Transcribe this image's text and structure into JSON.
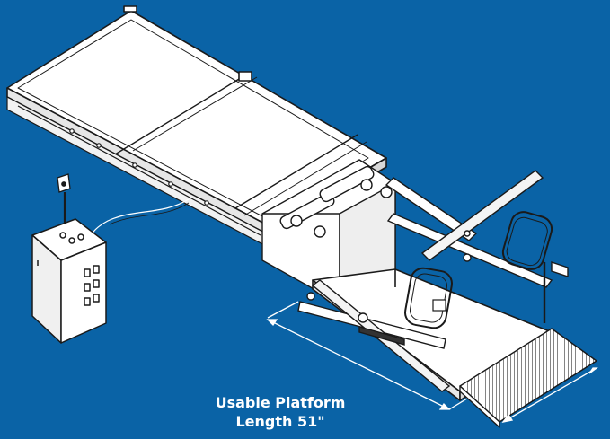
{
  "caption": {
    "line1": "Usable Platform",
    "line2": "Length 51\""
  },
  "colors": {
    "background": "#0a63a6",
    "outline": "#1a1a1a",
    "panel": "#ffffff",
    "dimension_line": "#ffffff"
  },
  "icons": [
    "lift-platform-drawing",
    "control-box-drawing",
    "wall-switch-drawing",
    "dimension-arrow-icon"
  ]
}
